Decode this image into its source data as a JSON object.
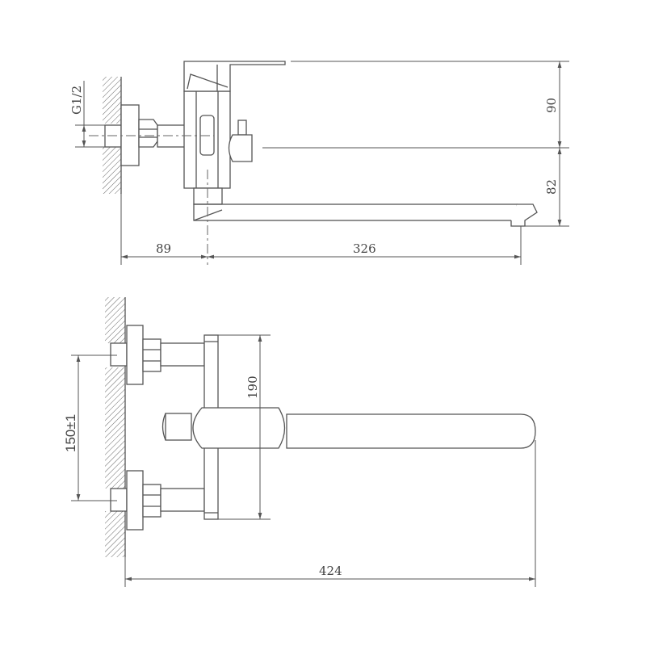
{
  "drawing": {
    "side_view": {
      "thread_label": "G1/2",
      "dim_height_upper": "90",
      "dim_height_lower": "82",
      "dim_wall_offset": "89",
      "dim_spout_reach": "326"
    },
    "top_view": {
      "dim_body_height": "190",
      "dim_inlet_spacing": "150±1",
      "dim_total_length": "424"
    },
    "line_color": "#555555"
  }
}
